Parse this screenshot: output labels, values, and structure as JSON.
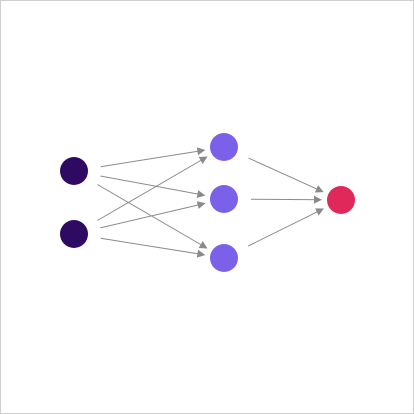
{
  "diagram": {
    "type": "feedforward-neural-network",
    "layers": [
      {
        "role": "input",
        "node_count": 2,
        "color": "#2e0a63"
      },
      {
        "role": "hidden",
        "node_count": 3,
        "color": "#7b61ea"
      },
      {
        "role": "output",
        "node_count": 1,
        "color": "#e0285a"
      }
    ],
    "connections": "fully-connected",
    "edge_color": "#8a8a8a",
    "border_color": "#cfcfcf",
    "background": "#ffffff"
  }
}
